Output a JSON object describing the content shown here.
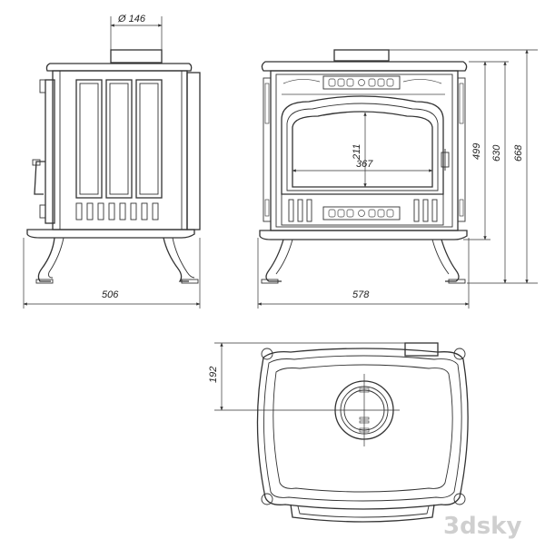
{
  "dimensions": {
    "flue_diameter": "Ø 146",
    "side_depth": "506",
    "front_width": "578",
    "window_height": "211",
    "window_width": "367",
    "height_door": "499",
    "height_top": "630",
    "height_total": "668",
    "flue_offset": "192"
  },
  "watermark": "3dsky"
}
